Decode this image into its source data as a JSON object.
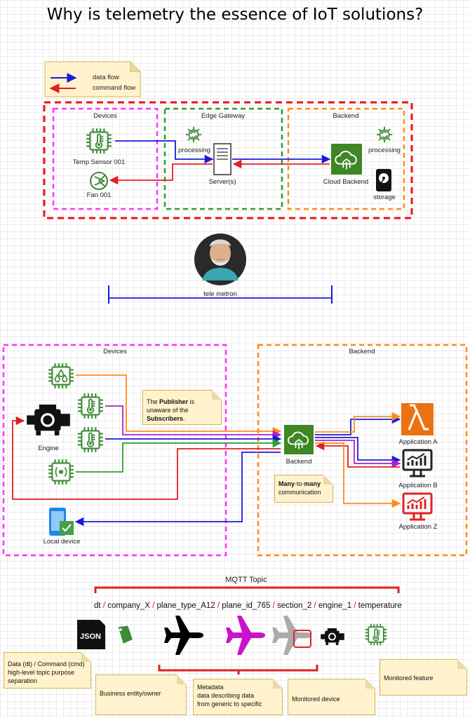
{
  "title": "Why is telemetry the essence of IoT solutions?",
  "legend": {
    "data_flow": "data flow",
    "command_flow": "command flow"
  },
  "top": {
    "devices_title": "Devices",
    "gateway_title": "Edge Gateway",
    "backend_title": "Backend",
    "temp_sensor": "Temp Sensor 001",
    "fan": "Fan 001",
    "gw_processing": "processing",
    "server": "Server(s)",
    "cloud_backend": "Cloud Backend",
    "be_processing": "processing",
    "storage": "storage"
  },
  "telemetron": {
    "label": "tele metron"
  },
  "middle": {
    "devices_title": "Devices",
    "backend_title": "Backend",
    "engine": "Engine",
    "local_device": "Local device",
    "backend": "Backend",
    "app_a": "Application A",
    "app_b": "Application B",
    "app_z": "Application Z",
    "publisher_note": {
      "pre": "The ",
      "publisher": "Publisher",
      "mid": " is unaware of the ",
      "subscribers": "Subscribers",
      "post": "."
    },
    "m2m_note": {
      "bold": "Many",
      "rest": "-to-",
      "bold2": "many",
      "line2": "communication"
    }
  },
  "mqtt": {
    "heading": "MQTT Topic",
    "segments": [
      "dt",
      "company_X",
      "plane_type_A12",
      "plane_id_765",
      "section_2",
      "engine_1",
      "temperature"
    ],
    "separator": "/",
    "json_icon": "JSON",
    "notes": {
      "dt": "Data (dt) / Command (cmd)\nhigh-level topic purpose\nseparation",
      "business": "Business entity/owner",
      "metadata": "Metadata\ndata describing data\nfrom generic to specific",
      "device": "Monitored device",
      "feature": "Monitored feature"
    }
  },
  "colors": {
    "data_flow": "#1a1adb",
    "command_flow": "#e02020",
    "devices_border": "#ff33ff",
    "gateway_border": "#2e9e2e",
    "backend_border": "#ff8c1a",
    "outer_border": "#ee1111",
    "chip": "#3d8b37",
    "aws_green": "#3f8624",
    "lambda": "#ec7211",
    "app_red": "#e22222",
    "plane_black": "#000000",
    "plane_magenta": "#cc11cc",
    "plane_gray": "#aaaaaa",
    "note_fill": "#fff2cc"
  }
}
